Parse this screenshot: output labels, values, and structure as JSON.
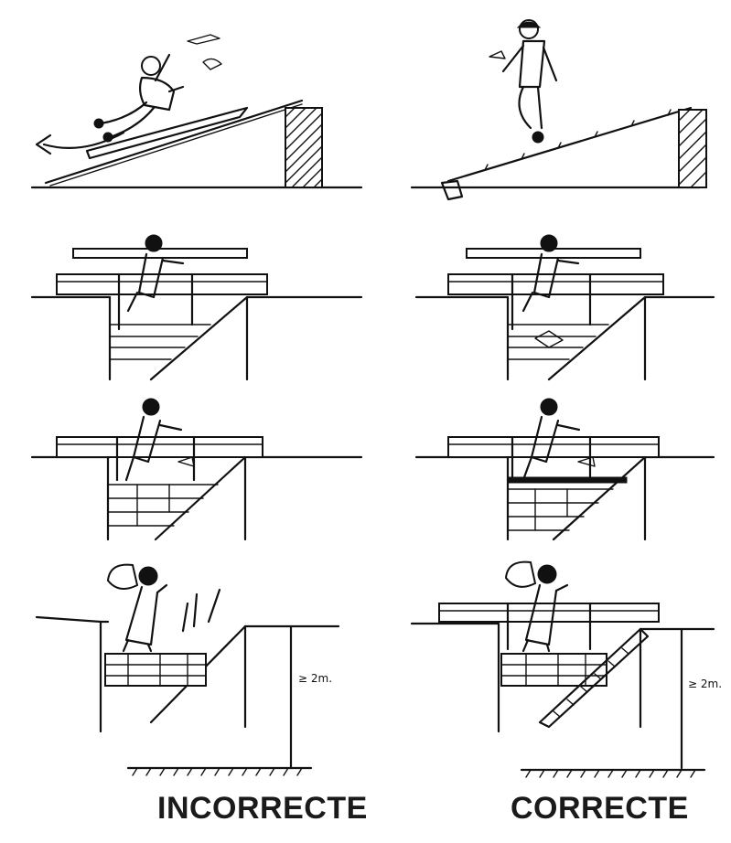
{
  "captions": {
    "incorrect": "INCORRECTE",
    "correct": "CORRECTE"
  },
  "dimensions": {
    "left_height": "≥ 2m.",
    "right_height": "≥ 2m."
  },
  "colors": {
    "ink": "#111111",
    "background": "#ffffff"
  }
}
